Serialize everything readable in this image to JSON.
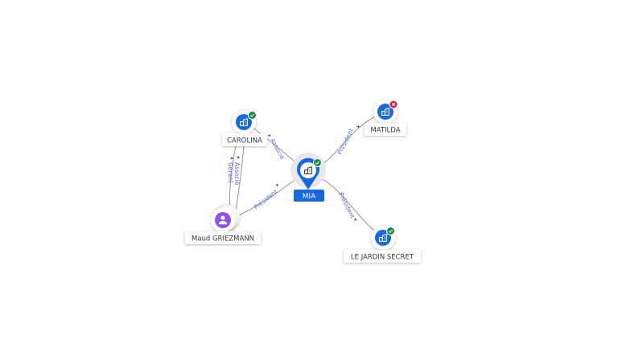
{
  "nodes": {
    "mia": {
      "label": "MIA",
      "status": "active",
      "kind": "company"
    },
    "carolina": {
      "label": "CAROLINA",
      "status": "active",
      "kind": "company"
    },
    "matilda": {
      "label": "MATILDA",
      "status": "closed",
      "kind": "company"
    },
    "jardin": {
      "label": "LE JARDIN SECRET",
      "status": "active",
      "kind": "company"
    },
    "maud": {
      "label": "Maud GRIEZMANN",
      "kind": "person"
    }
  },
  "edges": {
    "carolina_mia": "Associé",
    "mia_matilda": "Président",
    "mia_jardin": "Président",
    "maud_mia": "Président",
    "maud_carolina_1": "Gérant",
    "maud_carolina_2": "Associé"
  },
  "icons": {
    "company": "building-icon",
    "person": "person-icon",
    "active": "check-badge-icon",
    "closed": "cross-badge-icon"
  },
  "colors": {
    "company_blue": "#1769e0",
    "person_purple": "#8f52e8",
    "active_green": "#1a8a4a",
    "closed_red": "#d21f3c",
    "edge_label": "#5a6fd8",
    "edge_line": "#8e93a6"
  }
}
